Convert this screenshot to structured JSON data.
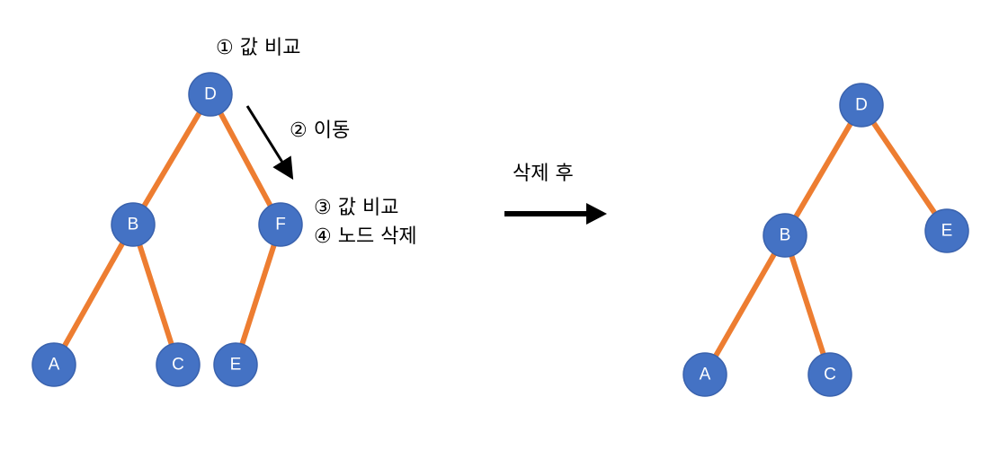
{
  "colors": {
    "node_fill": "#4472c4",
    "node_stroke": "#3a62ad",
    "edge": "#ed7d31",
    "arrow": "#000000"
  },
  "before_tree": {
    "nodes": [
      {
        "id": "D",
        "label": "D"
      },
      {
        "id": "B",
        "label": "B"
      },
      {
        "id": "F",
        "label": "F"
      },
      {
        "id": "A",
        "label": "A"
      },
      {
        "id": "C",
        "label": "C"
      },
      {
        "id": "E",
        "label": "E"
      }
    ],
    "edges": [
      [
        "D",
        "B"
      ],
      [
        "D",
        "F"
      ],
      [
        "B",
        "A"
      ],
      [
        "B",
        "C"
      ],
      [
        "F",
        "E"
      ]
    ]
  },
  "after_tree": {
    "nodes": [
      {
        "id": "D",
        "label": "D"
      },
      {
        "id": "B",
        "label": "B"
      },
      {
        "id": "E",
        "label": "E"
      },
      {
        "id": "A",
        "label": "A"
      },
      {
        "id": "C",
        "label": "C"
      }
    ],
    "edges": [
      [
        "D",
        "B"
      ],
      [
        "D",
        "E"
      ],
      [
        "B",
        "A"
      ],
      [
        "B",
        "C"
      ]
    ]
  },
  "steps": {
    "step1": "① 값 비교",
    "step2": "② 이동",
    "step3": "③ 값 비교",
    "step4": "④ 노드 삭제"
  },
  "transition_label": "삭제 후"
}
